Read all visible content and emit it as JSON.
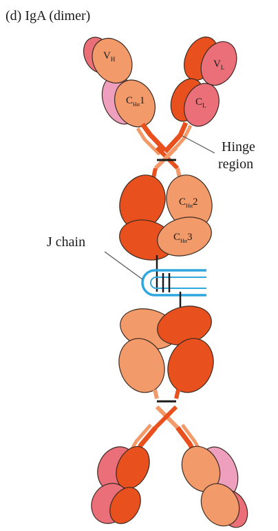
{
  "title": "(d) IgA (dimer)",
  "labels": {
    "hinge_line1": "Hinge",
    "hinge_line2": "region",
    "j_chain": "J chain",
    "domains": {
      "vh": {
        "main": "V",
        "sub": "H"
      },
      "vl": {
        "main": "V",
        "sub": "L"
      },
      "ch1": {
        "main": "C",
        "sub": "Hα",
        "suffix": "1"
      },
      "cl": {
        "main": "C",
        "sub": "L"
      },
      "ch2": {
        "main": "C",
        "sub": "Hα",
        "suffix": "2"
      },
      "ch3": {
        "main": "C",
        "sub": "Hα",
        "suffix": "3"
      }
    }
  },
  "colors": {
    "heavy_chain": "#e8501e",
    "heavy_chain_light": "#f29a6a",
    "light_chain": "#ea6f78",
    "light_chain_pale": "#ee9fbd",
    "j_chain": "#2ea6de",
    "bond": "#1a1a1a"
  }
}
